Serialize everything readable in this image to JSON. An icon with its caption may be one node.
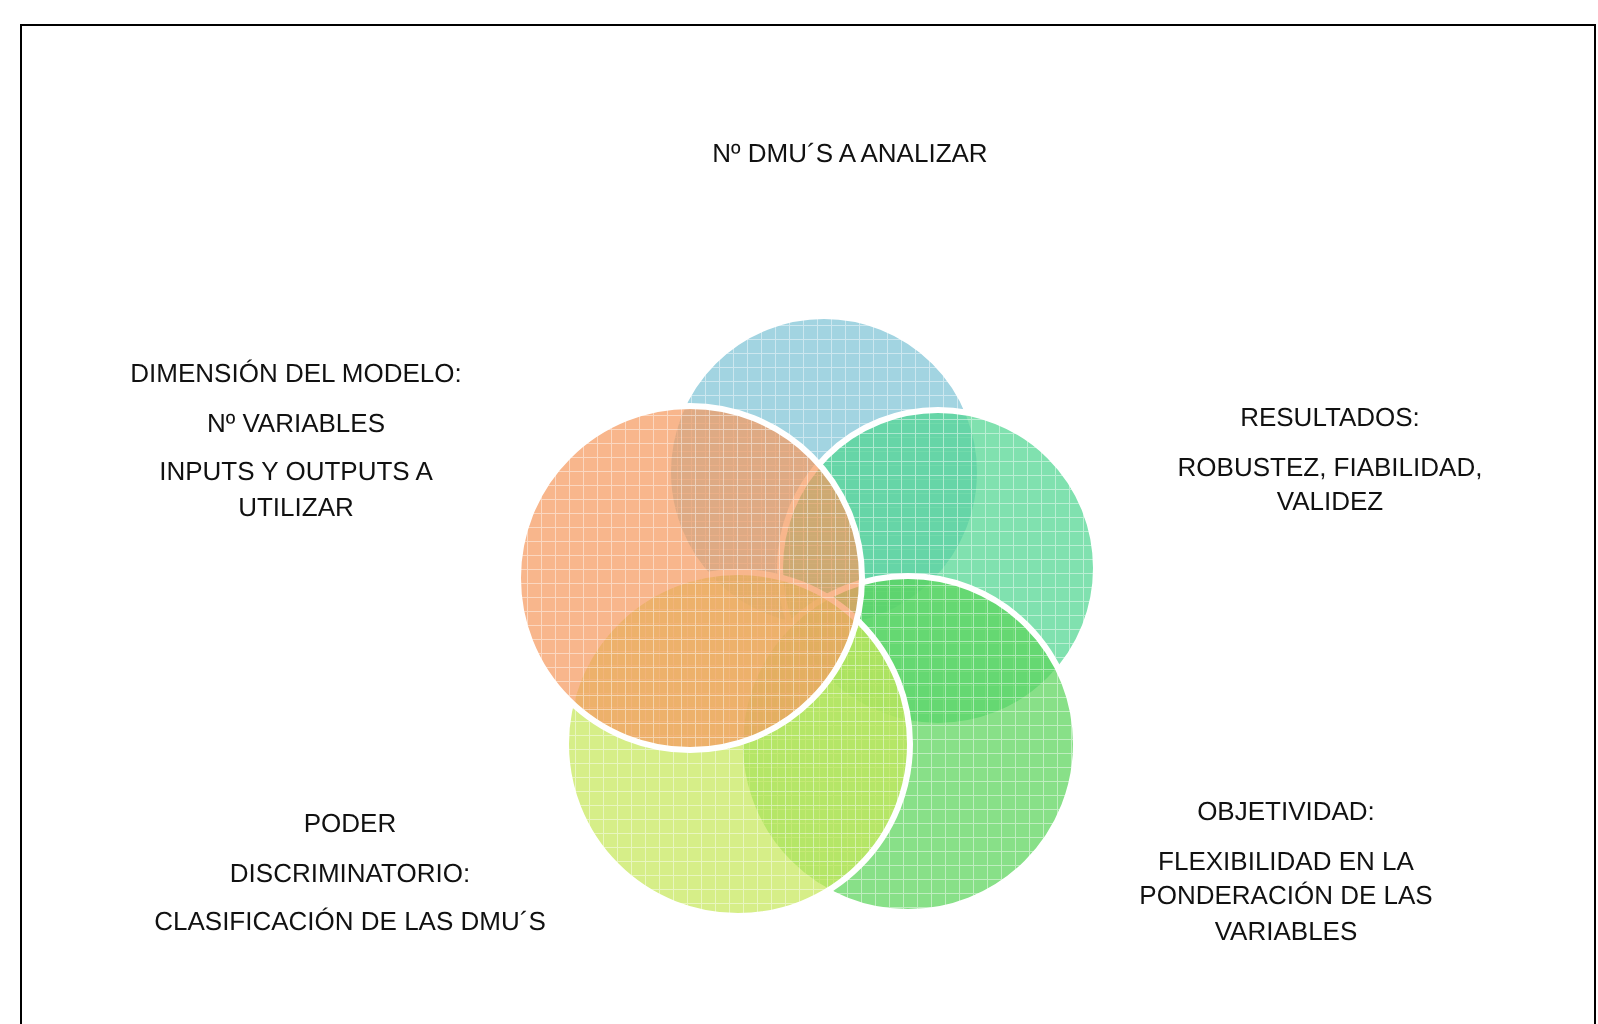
{
  "diagram": {
    "nodes": [
      {
        "text": [],
        "shape": "circle"
      },
      {
        "text": [],
        "shape": "circle",
        "beside": [
          "RESULTADOS:",
          "ROBUSTEZ, FIABILIDAD, VALIDEZ"
        ]
      },
      {
        "text": [],
        "shape": "circle",
        "beside": [
          "OBJETIVIDAD:",
          "FLEXIBILIDAD EN LA PONDERACIÓN DE LAS VARIABLES"
        ]
      },
      {
        "text": [],
        "shape": "circle",
        "beside": [
          "PODER",
          "DISCRIMINATORIO:",
          "CLASIFICACIÓN DE LAS DMU´S"
        ]
      },
      {
        "text": [],
        "shape": "circle",
        "beside": [
          "DIMENSIÓN DEL MODELO:",
          "Nº VARIABLES",
          "INPUTS Y OUTPUTS A UTILIZAR"
        ]
      }
    ],
    "labels": [
      "Nº DMU´S A ANALIZAR"
    ]
  }
}
